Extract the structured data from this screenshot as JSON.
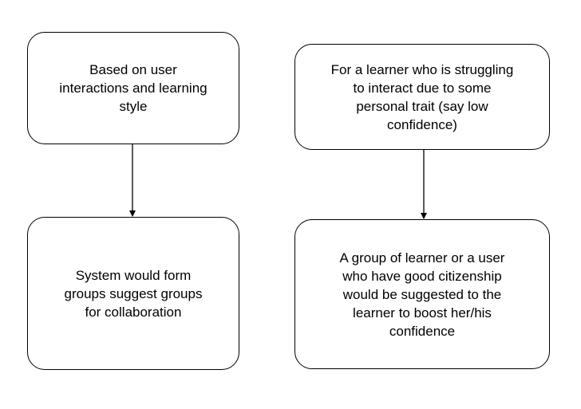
{
  "flowchart": {
    "left_column": {
      "top_box": "Based on user\ninteractions and learning\nstyle",
      "bottom_box": "System would form\ngroups  suggest groups\nfor collaboration"
    },
    "right_column": {
      "top_box": "For a learner who is struggling\nto interact due to some\npersonal trait (say low\nconfidence)",
      "bottom_box": "A group of learner or a user\nwho have good citizenship\nwould be suggested  to the\nlearner to boost her/his\nconfidence"
    }
  },
  "colors": {
    "stroke": "#000000",
    "background": "#ffffff"
  }
}
